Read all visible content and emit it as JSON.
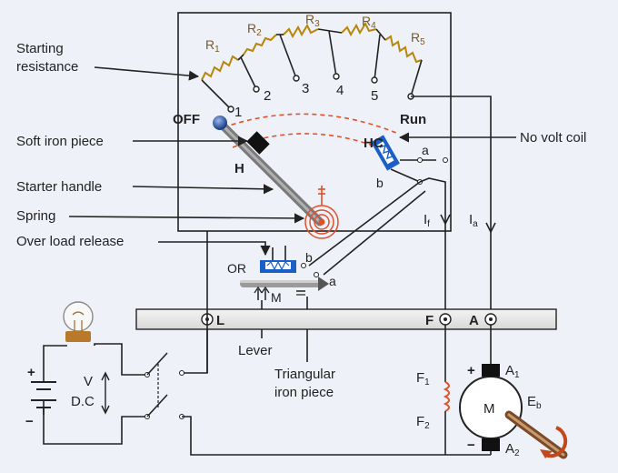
{
  "labels": {
    "starting_resistance_1": "Starting",
    "starting_resistance_2": "resistance",
    "soft_iron_piece": "Soft iron piece",
    "starter_handle": "Starter handle",
    "spring": "Spring",
    "over_load_release": "Over load release",
    "no_volt_coil": "No volt coil",
    "off": "OFF",
    "run": "Run",
    "hc": "HC",
    "h": "H",
    "or": "OR",
    "m": "M",
    "lever": "Lever",
    "triangular_1": "Triangular",
    "triangular_2": "iron piece",
    "a_contact": "a",
    "b_contact": "b",
    "a_contact2": "a",
    "b_contact2": "b",
    "terminal_l": "L",
    "terminal_f": "F",
    "terminal_a": "A",
    "if_main": "I",
    "if_sub": "f",
    "ia_main": "I",
    "ia_sub": "a",
    "f1": "F",
    "f1_sub": "1",
    "f2": "F",
    "f2_sub": "2",
    "a1": "A",
    "a1_sub": "1",
    "a2": "A",
    "a2_sub": "2",
    "motor": "M",
    "eb": "E",
    "eb_sub": "b",
    "plus_motor": "+",
    "minus_motor": "−",
    "plus_supply": "+",
    "minus_supply": "−",
    "v": "V",
    "dc": "D.C"
  },
  "resistors": [
    {
      "main": "R",
      "sub": "1"
    },
    {
      "main": "R",
      "sub": "2"
    },
    {
      "main": "R",
      "sub": "3"
    },
    {
      "main": "R",
      "sub": "4"
    },
    {
      "main": "R",
      "sub": "5"
    }
  ],
  "studs": [
    "1",
    "2",
    "3",
    "4",
    "5"
  ],
  "colors": {
    "off": "#d0281c",
    "run": "#1f8a2a",
    "hc": "#1a5fc8",
    "h": "#1a5fc8",
    "terminal_letters": "#c0281c",
    "dashed_arc": "#e0502a",
    "coil": "#b8860b",
    "spring": "#e0502a",
    "handle": "#8a8a8a",
    "arrow_rotation": "#c04a1c"
  }
}
